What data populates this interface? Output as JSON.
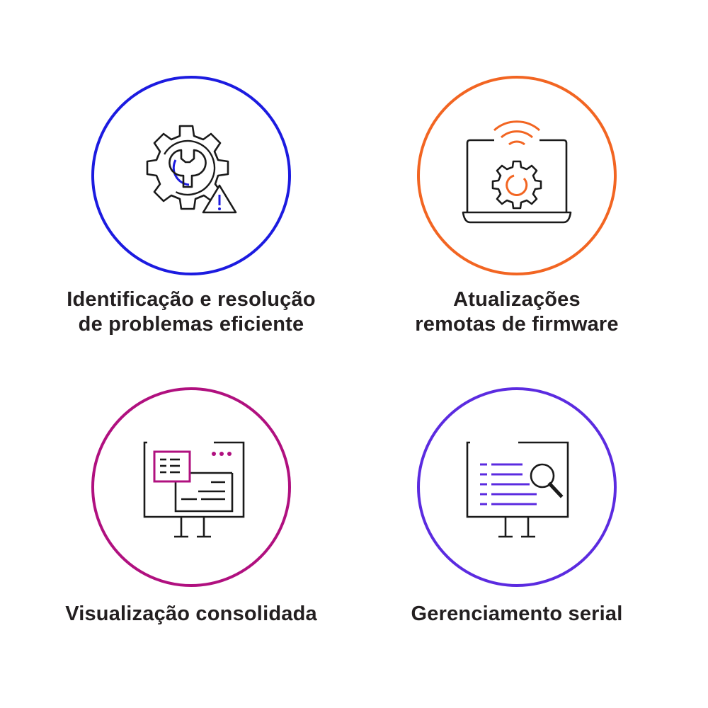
{
  "features": [
    {
      "id": "troubleshooting",
      "color": "#1c1be0",
      "icon": "gear-wrench-warning-icon",
      "caption": [
        "Identificação e resolução",
        "de problemas eficiente"
      ]
    },
    {
      "id": "firmware",
      "color": "#f26522",
      "icon": "laptop-wifi-gear-icon",
      "caption": [
        "Atualizações",
        "remotas de firmware"
      ]
    },
    {
      "id": "consolidated-view",
      "color": "#b0107f",
      "icon": "monitor-windows-icon",
      "caption": [
        "Visualização consolidada"
      ]
    },
    {
      "id": "serial",
      "color": "#5b2be0",
      "icon": "monitor-search-icon",
      "caption": [
        "Gerenciamento serial"
      ]
    }
  ]
}
